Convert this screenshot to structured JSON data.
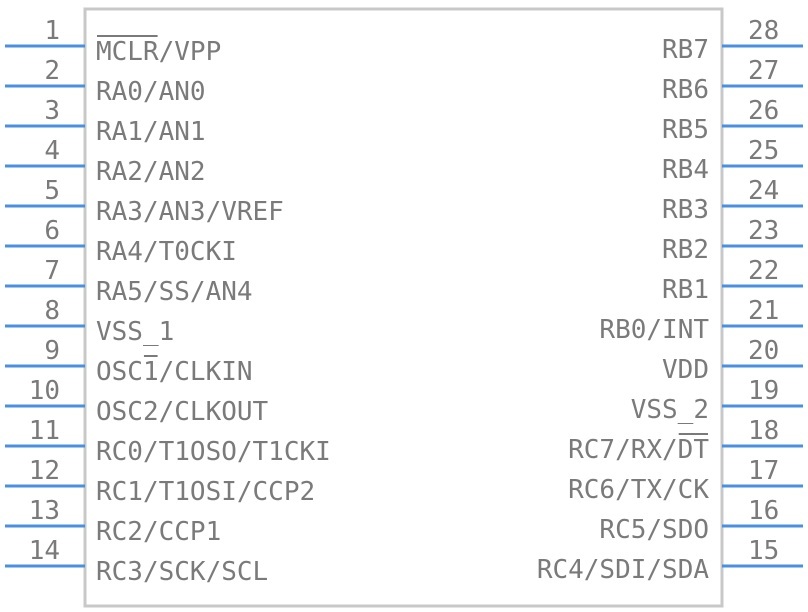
{
  "colors": {
    "body_outline": "#c8c8c8",
    "pin_line": "#4a8fe0",
    "text": "#7a7a7a"
  },
  "left_pins": [
    {
      "number": "1",
      "label": "MCLR/VPP",
      "overline": "MCLR"
    },
    {
      "number": "2",
      "label": "RA0/AN0"
    },
    {
      "number": "3",
      "label": "RA1/AN1"
    },
    {
      "number": "4",
      "label": "RA2/AN2"
    },
    {
      "number": "5",
      "label": "RA3/AN3/VREF"
    },
    {
      "number": "6",
      "label": "RA4/T0CKI"
    },
    {
      "number": "7",
      "label": "RA5/SS/AN4"
    },
    {
      "number": "8",
      "label": "VSS_1"
    },
    {
      "number": "9",
      "label": "OSC1/CLKIN",
      "overline": "1"
    },
    {
      "number": "10",
      "label": "OSC2/CLKOUT"
    },
    {
      "number": "11",
      "label": "RC0/T1OSO/T1CKI"
    },
    {
      "number": "12",
      "label": "RC1/T1OSI/CCP2"
    },
    {
      "number": "13",
      "label": "RC2/CCP1"
    },
    {
      "number": "14",
      "label": "RC3/SCK/SCL"
    }
  ],
  "right_pins": [
    {
      "number": "28",
      "label": "RB7"
    },
    {
      "number": "27",
      "label": "RB6"
    },
    {
      "number": "26",
      "label": "RB5"
    },
    {
      "number": "25",
      "label": "RB4"
    },
    {
      "number": "24",
      "label": "RB3"
    },
    {
      "number": "23",
      "label": "RB2"
    },
    {
      "number": "22",
      "label": "RB1"
    },
    {
      "number": "21",
      "label": "RB0/INT"
    },
    {
      "number": "20",
      "label": "VDD"
    },
    {
      "number": "19",
      "label": "VSS_2"
    },
    {
      "number": "18",
      "label": "RC7/RX/DT",
      "overline": "DT"
    },
    {
      "number": "17",
      "label": "RC6/TX/CK"
    },
    {
      "number": "16",
      "label": "RC5/SDO"
    },
    {
      "number": "15",
      "label": "RC4/SDI/SDA"
    }
  ]
}
